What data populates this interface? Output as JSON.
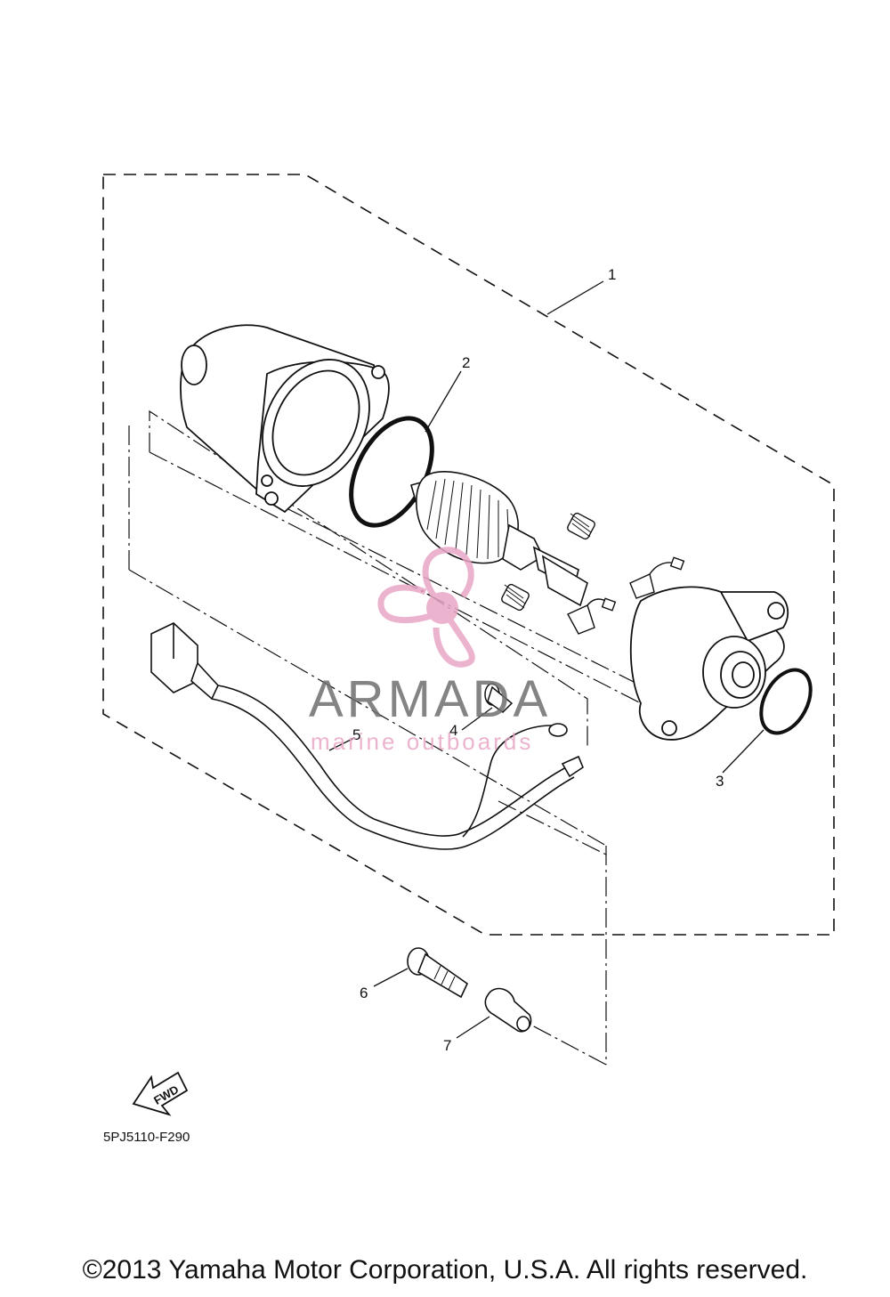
{
  "callouts": [
    {
      "id": "1",
      "label": "1"
    },
    {
      "id": "2",
      "label": "2"
    },
    {
      "id": "3",
      "label": "3"
    },
    {
      "id": "4",
      "label": "4"
    },
    {
      "id": "5",
      "label": "5"
    },
    {
      "id": "6",
      "label": "6"
    },
    {
      "id": "7",
      "label": "7"
    }
  ],
  "diagram_code": "5PJ5110-F290",
  "fwd_label": "FWD",
  "watermark": {
    "title": "ARMADA",
    "subtitle": "marine outboards",
    "color": "#e9a6c6",
    "text_color": "#6f6f6f"
  },
  "copyright": "©2013 Yamaha Motor Corporation, U.S.A. All rights reserved."
}
